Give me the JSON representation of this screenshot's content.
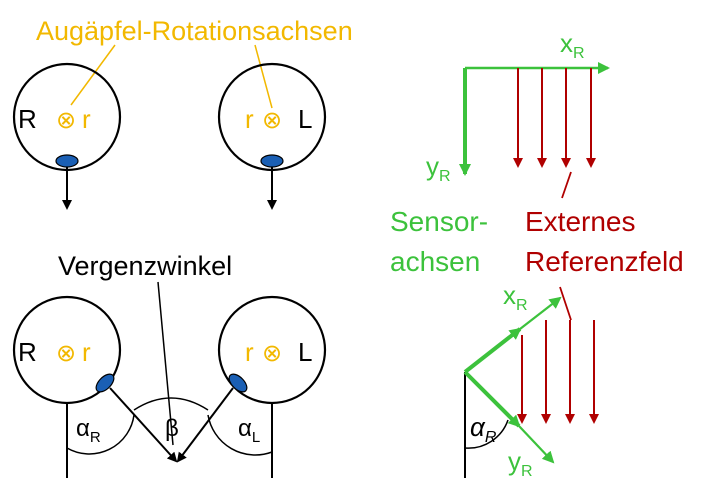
{
  "colors": {
    "yellow": "#f2b800",
    "green": "#3cc23c",
    "red": "#b00000",
    "black": "#000000",
    "blue": "#1a5fb4"
  },
  "labels": {
    "rotation_axes": "Augäpfel-Rotationsachsen",
    "vergence_angle": "Vergenzwinkel",
    "sensor_line1": "Sensor-",
    "sensor_line2": "achsen",
    "external_line1": "Externes",
    "external_line2": "Referenzfeld"
  },
  "eyes": {
    "top_right_eye": {
      "side": "R",
      "axis": "r",
      "axis_symbol": "⊗"
    },
    "top_left_eye": {
      "side": "L",
      "axis": "r",
      "axis_symbol": "⊗"
    },
    "bottom_right_eye": {
      "side": "R",
      "axis": "r",
      "axis_symbol": "⊗"
    },
    "bottom_left_eye": {
      "side": "L",
      "axis": "r",
      "axis_symbol": "⊗"
    }
  },
  "angles": {
    "alpha_r": {
      "symbol": "α",
      "sub": "R"
    },
    "beta": {
      "symbol": "β"
    },
    "alpha_l": {
      "symbol": "α",
      "sub": "L"
    },
    "alpha_r_right": {
      "symbol": "α",
      "sub": "R"
    }
  },
  "axes": {
    "x_top": {
      "symbol": "x",
      "sub": "R"
    },
    "y_top": {
      "symbol": "y",
      "sub": "R"
    },
    "x_bottom": {
      "symbol": "x",
      "sub": "R"
    },
    "y_bottom": {
      "symbol": "y",
      "sub": "R"
    }
  }
}
